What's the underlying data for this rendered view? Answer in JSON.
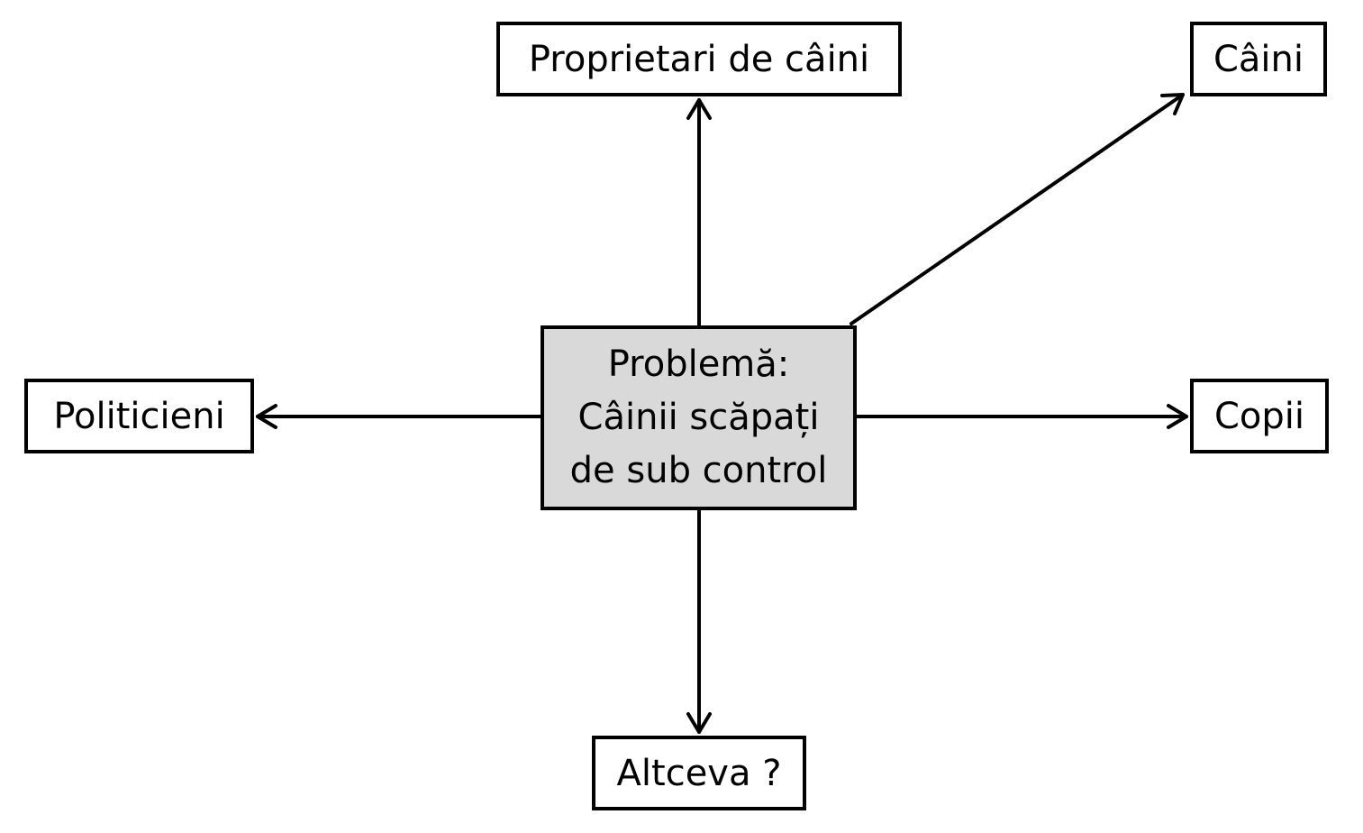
{
  "diagram": {
    "center": {
      "lines": [
        "Problemă:",
        "Câinii scăpați",
        "de sub control"
      ],
      "fill": "#d9d9d9"
    },
    "nodes": {
      "proprietari": "Proprietari de câini",
      "caini": "Câini",
      "politicieni": "Politicieni",
      "copii": "Copii",
      "altceva": "Altceva ?"
    },
    "edges": [
      {
        "from": "center",
        "to": "proprietari"
      },
      {
        "from": "center",
        "to": "caini"
      },
      {
        "from": "center",
        "to": "politicieni"
      },
      {
        "from": "center",
        "to": "copii"
      },
      {
        "from": "center",
        "to": "altceva"
      }
    ],
    "line_color": "#000000"
  }
}
